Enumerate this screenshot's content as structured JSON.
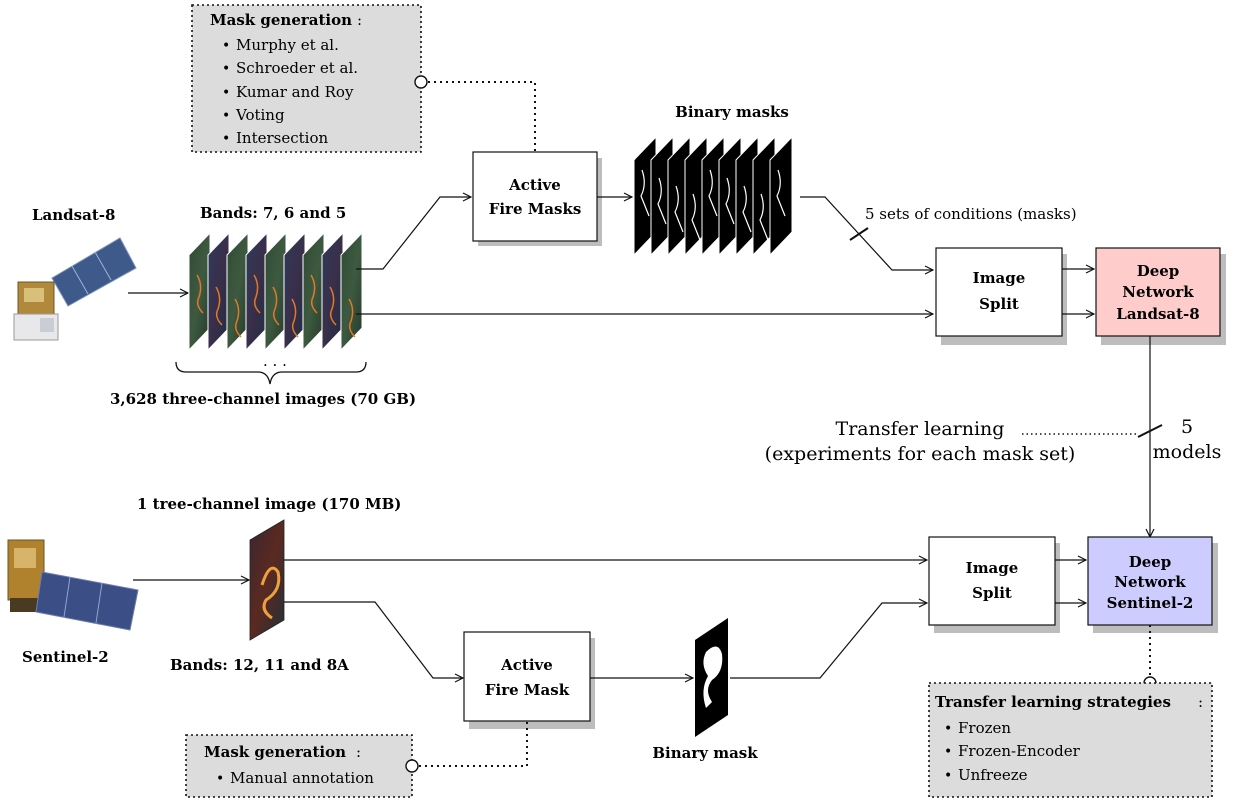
{
  "landsat": {
    "satellite_label": "Landsat-8",
    "bands_label": "Bands: 7, 6 and 5",
    "ellipsis": "· · ·",
    "images_label": "3,628 three-channel images (70 GB)"
  },
  "mask_gen_top": {
    "title": "Mask generation",
    "items": [
      "Murphy et al.",
      "Schroeder et al.",
      "Kumar and Roy",
      "Voting",
      "Intersection"
    ]
  },
  "active_fire_masks": {
    "line1": "Active",
    "line2": "Fire Masks"
  },
  "binary_masks_label": "Binary masks",
  "conditions_label": "5 sets of conditions (masks)",
  "image_split_top": {
    "line1": "Image",
    "line2": "Split"
  },
  "deep_net_landsat": {
    "line1": "Deep",
    "line2": "Network",
    "line3": "Landsat-8"
  },
  "transfer": {
    "line1": "Transfer learning",
    "line2": "(experiments for each mask set)",
    "count": "5",
    "count_unit": "models"
  },
  "sentinel": {
    "image_label": "1 tree-channel image (170 MB)",
    "satellite_label": "Sentinel-2",
    "bands_label": "Bands: 12, 11 and 8A"
  },
  "image_split_bottom": {
    "line1": "Image",
    "line2": "Split"
  },
  "deep_net_sentinel": {
    "line1": "Deep",
    "line2": "Network",
    "line3": "Sentinel-2"
  },
  "active_fire_mask": {
    "line1": "Active",
    "line2": "Fire Mask"
  },
  "binary_mask_label": "Binary mask",
  "mask_gen_bottom": {
    "title": "Mask generation",
    "items": [
      "Manual annotation"
    ]
  },
  "strategies": {
    "title": "Transfer learning strategies",
    "items": [
      "Frozen",
      "Frozen-Encoder",
      "Unfreeze"
    ]
  },
  "colors": {
    "landsat_network_fill": "#ffcccc",
    "sentinel_network_fill": "#ccccff",
    "note_fill": "#dcdcdc",
    "shadow": "#bdbdbd"
  }
}
